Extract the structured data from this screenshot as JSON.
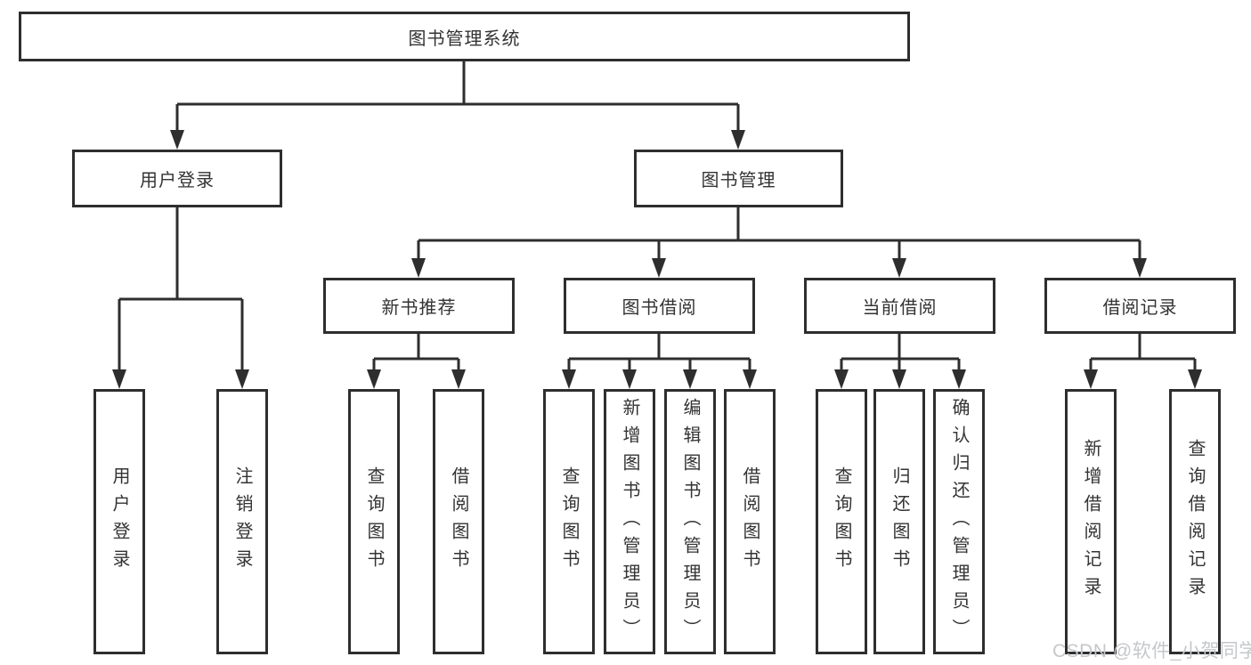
{
  "diagram": {
    "title": "图书管理系统",
    "level2": {
      "user_login": "用户登录",
      "book_mgmt": "图书管理"
    },
    "level3": {
      "new_book_rec": "新书推荐",
      "book_borrow": "图书借阅",
      "current_borrow": "当前借阅",
      "borrow_record": "借阅记录"
    },
    "leaves": {
      "user_login": "用户登录",
      "logout": "注销登录",
      "rec_query_book": "查询图书",
      "rec_borrow_book": "借阅图书",
      "bb_query_book": "查询图书",
      "bb_add_book": "新增图书（管理员）",
      "bb_edit_book": "编辑图书（管理员）",
      "bb_borrow_book": "借阅图书",
      "cb_query_book": "查询图书",
      "cb_return_book": "归还图书",
      "cb_confirm_return": "确认归还（管理员）",
      "br_add_record": "新增借阅记录",
      "br_query_record": "查询借阅记录"
    }
  },
  "watermark": "CSDN @软件_小贺同学"
}
